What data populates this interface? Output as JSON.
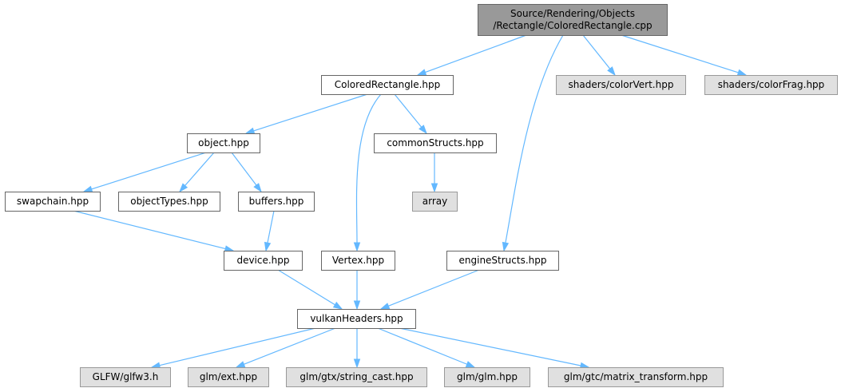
{
  "graph": {
    "colors": {
      "root_fill": "#999999",
      "root_stroke": "#666666",
      "node_fill": "#ffffff",
      "node_stroke": "#666666",
      "external_fill": "#e0e0e0",
      "external_stroke": "#999999",
      "edge": "#63b8ff"
    },
    "nodes": [
      {
        "id": "root",
        "lines": [
          "Source/Rendering/Objects",
          "/Rectangle/ColoredRectangle.cpp"
        ],
        "style": "root"
      },
      {
        "id": "coloredRectangle",
        "lines": [
          "ColoredRectangle.hpp"
        ],
        "style": "normal"
      },
      {
        "id": "colorVert",
        "lines": [
          "shaders/colorVert.hpp"
        ],
        "style": "external"
      },
      {
        "id": "colorFrag",
        "lines": [
          "shaders/colorFrag.hpp"
        ],
        "style": "external"
      },
      {
        "id": "object",
        "lines": [
          "object.hpp"
        ],
        "style": "normal"
      },
      {
        "id": "commonStructs",
        "lines": [
          "commonStructs.hpp"
        ],
        "style": "normal"
      },
      {
        "id": "swapchain",
        "lines": [
          "swapchain.hpp"
        ],
        "style": "normal"
      },
      {
        "id": "objectTypes",
        "lines": [
          "objectTypes.hpp"
        ],
        "style": "normal"
      },
      {
        "id": "buffers",
        "lines": [
          "buffers.hpp"
        ],
        "style": "normal"
      },
      {
        "id": "array",
        "lines": [
          "array"
        ],
        "style": "external"
      },
      {
        "id": "device",
        "lines": [
          "device.hpp"
        ],
        "style": "normal"
      },
      {
        "id": "vertex",
        "lines": [
          "Vertex.hpp"
        ],
        "style": "normal"
      },
      {
        "id": "engineStructs",
        "lines": [
          "engineStructs.hpp"
        ],
        "style": "normal"
      },
      {
        "id": "vulkanHeaders",
        "lines": [
          "vulkanHeaders.hpp"
        ],
        "style": "normal"
      },
      {
        "id": "glfw",
        "lines": [
          "GLFW/glfw3.h"
        ],
        "style": "external"
      },
      {
        "id": "glmExt",
        "lines": [
          "glm/ext.hpp"
        ],
        "style": "external"
      },
      {
        "id": "glmStringCast",
        "lines": [
          "glm/gtx/string_cast.hpp"
        ],
        "style": "external"
      },
      {
        "id": "glmGlm",
        "lines": [
          "glm/glm.hpp"
        ],
        "style": "external"
      },
      {
        "id": "glmMatrixTransform",
        "lines": [
          "glm/gtc/matrix_transform.hpp"
        ],
        "style": "external"
      }
    ],
    "edges": [
      {
        "from": "root",
        "to": "coloredRectangle"
      },
      {
        "from": "root",
        "to": "colorVert"
      },
      {
        "from": "root",
        "to": "colorFrag"
      },
      {
        "from": "root",
        "to": "engineStructs"
      },
      {
        "from": "coloredRectangle",
        "to": "object"
      },
      {
        "from": "coloredRectangle",
        "to": "commonStructs"
      },
      {
        "from": "coloredRectangle",
        "to": "vertex"
      },
      {
        "from": "object",
        "to": "swapchain"
      },
      {
        "from": "object",
        "to": "objectTypes"
      },
      {
        "from": "object",
        "to": "buffers"
      },
      {
        "from": "commonStructs",
        "to": "array"
      },
      {
        "from": "swapchain",
        "to": "device"
      },
      {
        "from": "buffers",
        "to": "device"
      },
      {
        "from": "device",
        "to": "vulkanHeaders"
      },
      {
        "from": "vertex",
        "to": "vulkanHeaders"
      },
      {
        "from": "engineStructs",
        "to": "vulkanHeaders"
      },
      {
        "from": "vulkanHeaders",
        "to": "glfw"
      },
      {
        "from": "vulkanHeaders",
        "to": "glmExt"
      },
      {
        "from": "vulkanHeaders",
        "to": "glmStringCast"
      },
      {
        "from": "vulkanHeaders",
        "to": "glmGlm"
      },
      {
        "from": "vulkanHeaders",
        "to": "glmMatrixTransform"
      }
    ]
  }
}
